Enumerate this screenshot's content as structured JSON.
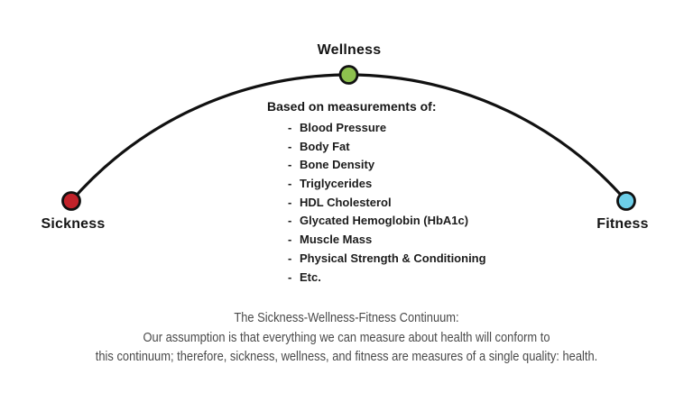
{
  "diagram": {
    "labels": {
      "wellness": "Wellness",
      "sickness": "Sickness",
      "fitness": "Fitness"
    },
    "dots": {
      "wellness_color": "#8dc04e",
      "sickness_color": "#c2222a",
      "fitness_color": "#6dcfe9",
      "outline_color": "#111111",
      "arc_color": "#111111"
    },
    "measurements": {
      "heading": "Based on measurements of:",
      "bullet": "-",
      "items": [
        "Blood Pressure",
        "Body Fat",
        "Bone Density",
        "Triglycerides",
        "HDL Cholesterol",
        "Glycated Hemoglobin (HbA1c)",
        "Muscle Mass",
        "Physical Strength & Conditioning",
        "Etc."
      ]
    },
    "caption": {
      "lines": [
        "The Sickness-Wellness-Fitness Continuum:",
        "Our assumption is that everything we can measure about health will conform to",
        "this continuum; therefore, sickness, wellness, and fitness are measures of a single quality: health."
      ]
    }
  }
}
